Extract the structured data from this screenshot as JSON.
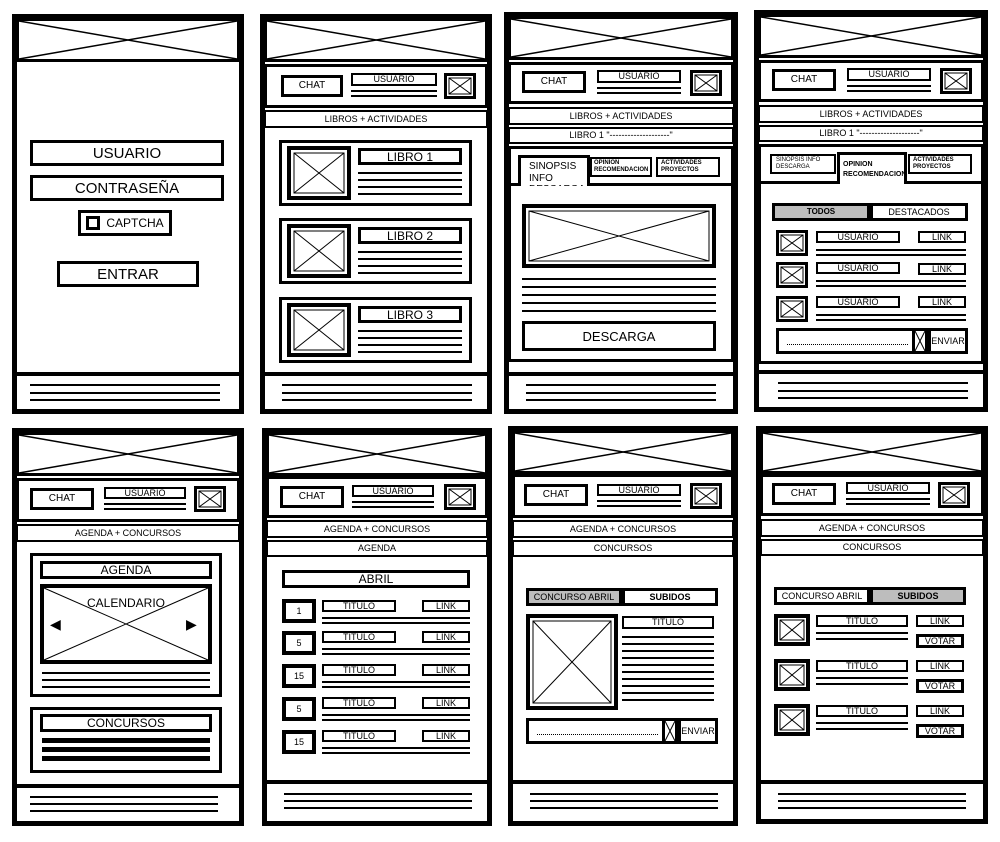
{
  "screens": {
    "login": {
      "user_field": "USUARIO",
      "password_field": "CONTRASEÑA",
      "captcha_label": "CAPTCHA",
      "enter_button": "ENTRAR"
    },
    "common": {
      "chat_button": "CHAT",
      "user_button": "USUARIO"
    },
    "books": {
      "section_title": "LIBROS + ACTIVIDADES",
      "items": [
        "LIBRO 1",
        "LIBRO 2",
        "LIBRO 3"
      ],
      "book_title": "LIBRO 1 \"--------------------\""
    },
    "book_detail": {
      "tab_active_synopsis": "SINOPSIS\nINFO\nDESCARGA",
      "tab_opinion": "OPINION\nRECOMENDACION",
      "tab_activities": "ACTIVIDADES\nPROYECTOS",
      "download_button": "DESCARGA"
    },
    "book_opinion": {
      "tab_synopsis": "SINOPSIS INFO\nDESCARGA",
      "tab_active_opinion": "OPINION\nRECOMENDACION",
      "tab_activities": "ACTIVIDADES\nPROYECTOS",
      "filter_all": "TODOS",
      "filter_featured": "DESTACADOS",
      "comment_user": "USUARIO",
      "comment_link": "LINK",
      "send_button": "ENVIAR"
    },
    "agenda_home": {
      "section_title": "AGENDA + CONCURSOS",
      "agenda_title": "AGENDA",
      "calendar_label": "CALENDARIO",
      "contests_title": "CONCURSOS",
      "prev_arrow": "◀",
      "next_arrow": "▶"
    },
    "agenda": {
      "subtitle": "AGENDA",
      "month": "ABRIL",
      "events": [
        {
          "day": "1",
          "title": "TITULO",
          "link": "LINK"
        },
        {
          "day": "5",
          "title": "TITULO",
          "link": "LINK"
        },
        {
          "day": "15",
          "title": "TITULO",
          "link": "LINK"
        },
        {
          "day": "5",
          "title": "TITULO",
          "link": "LINK"
        },
        {
          "day": "15",
          "title": "TITULO",
          "link": "LINK"
        }
      ]
    },
    "contest_april": {
      "subtitle": "CONCURSOS",
      "tab_active_april": "CONCURSO ABRIL",
      "tab_uploaded": "SUBIDOS",
      "title": "TITULO",
      "send_button": "ENVIAR"
    },
    "contest_uploaded": {
      "subtitle": "CONCURSOS",
      "tab_april": "CONCURSO ABRIL",
      "tab_active_uploaded": "SUBIDOS",
      "entry_title": "TITULO",
      "entry_link": "LINK",
      "vote_button": "VOTAR"
    }
  },
  "colors": {
    "ink": "#000000",
    "paper": "#ffffff",
    "active_tab": "#bdbdbd"
  }
}
